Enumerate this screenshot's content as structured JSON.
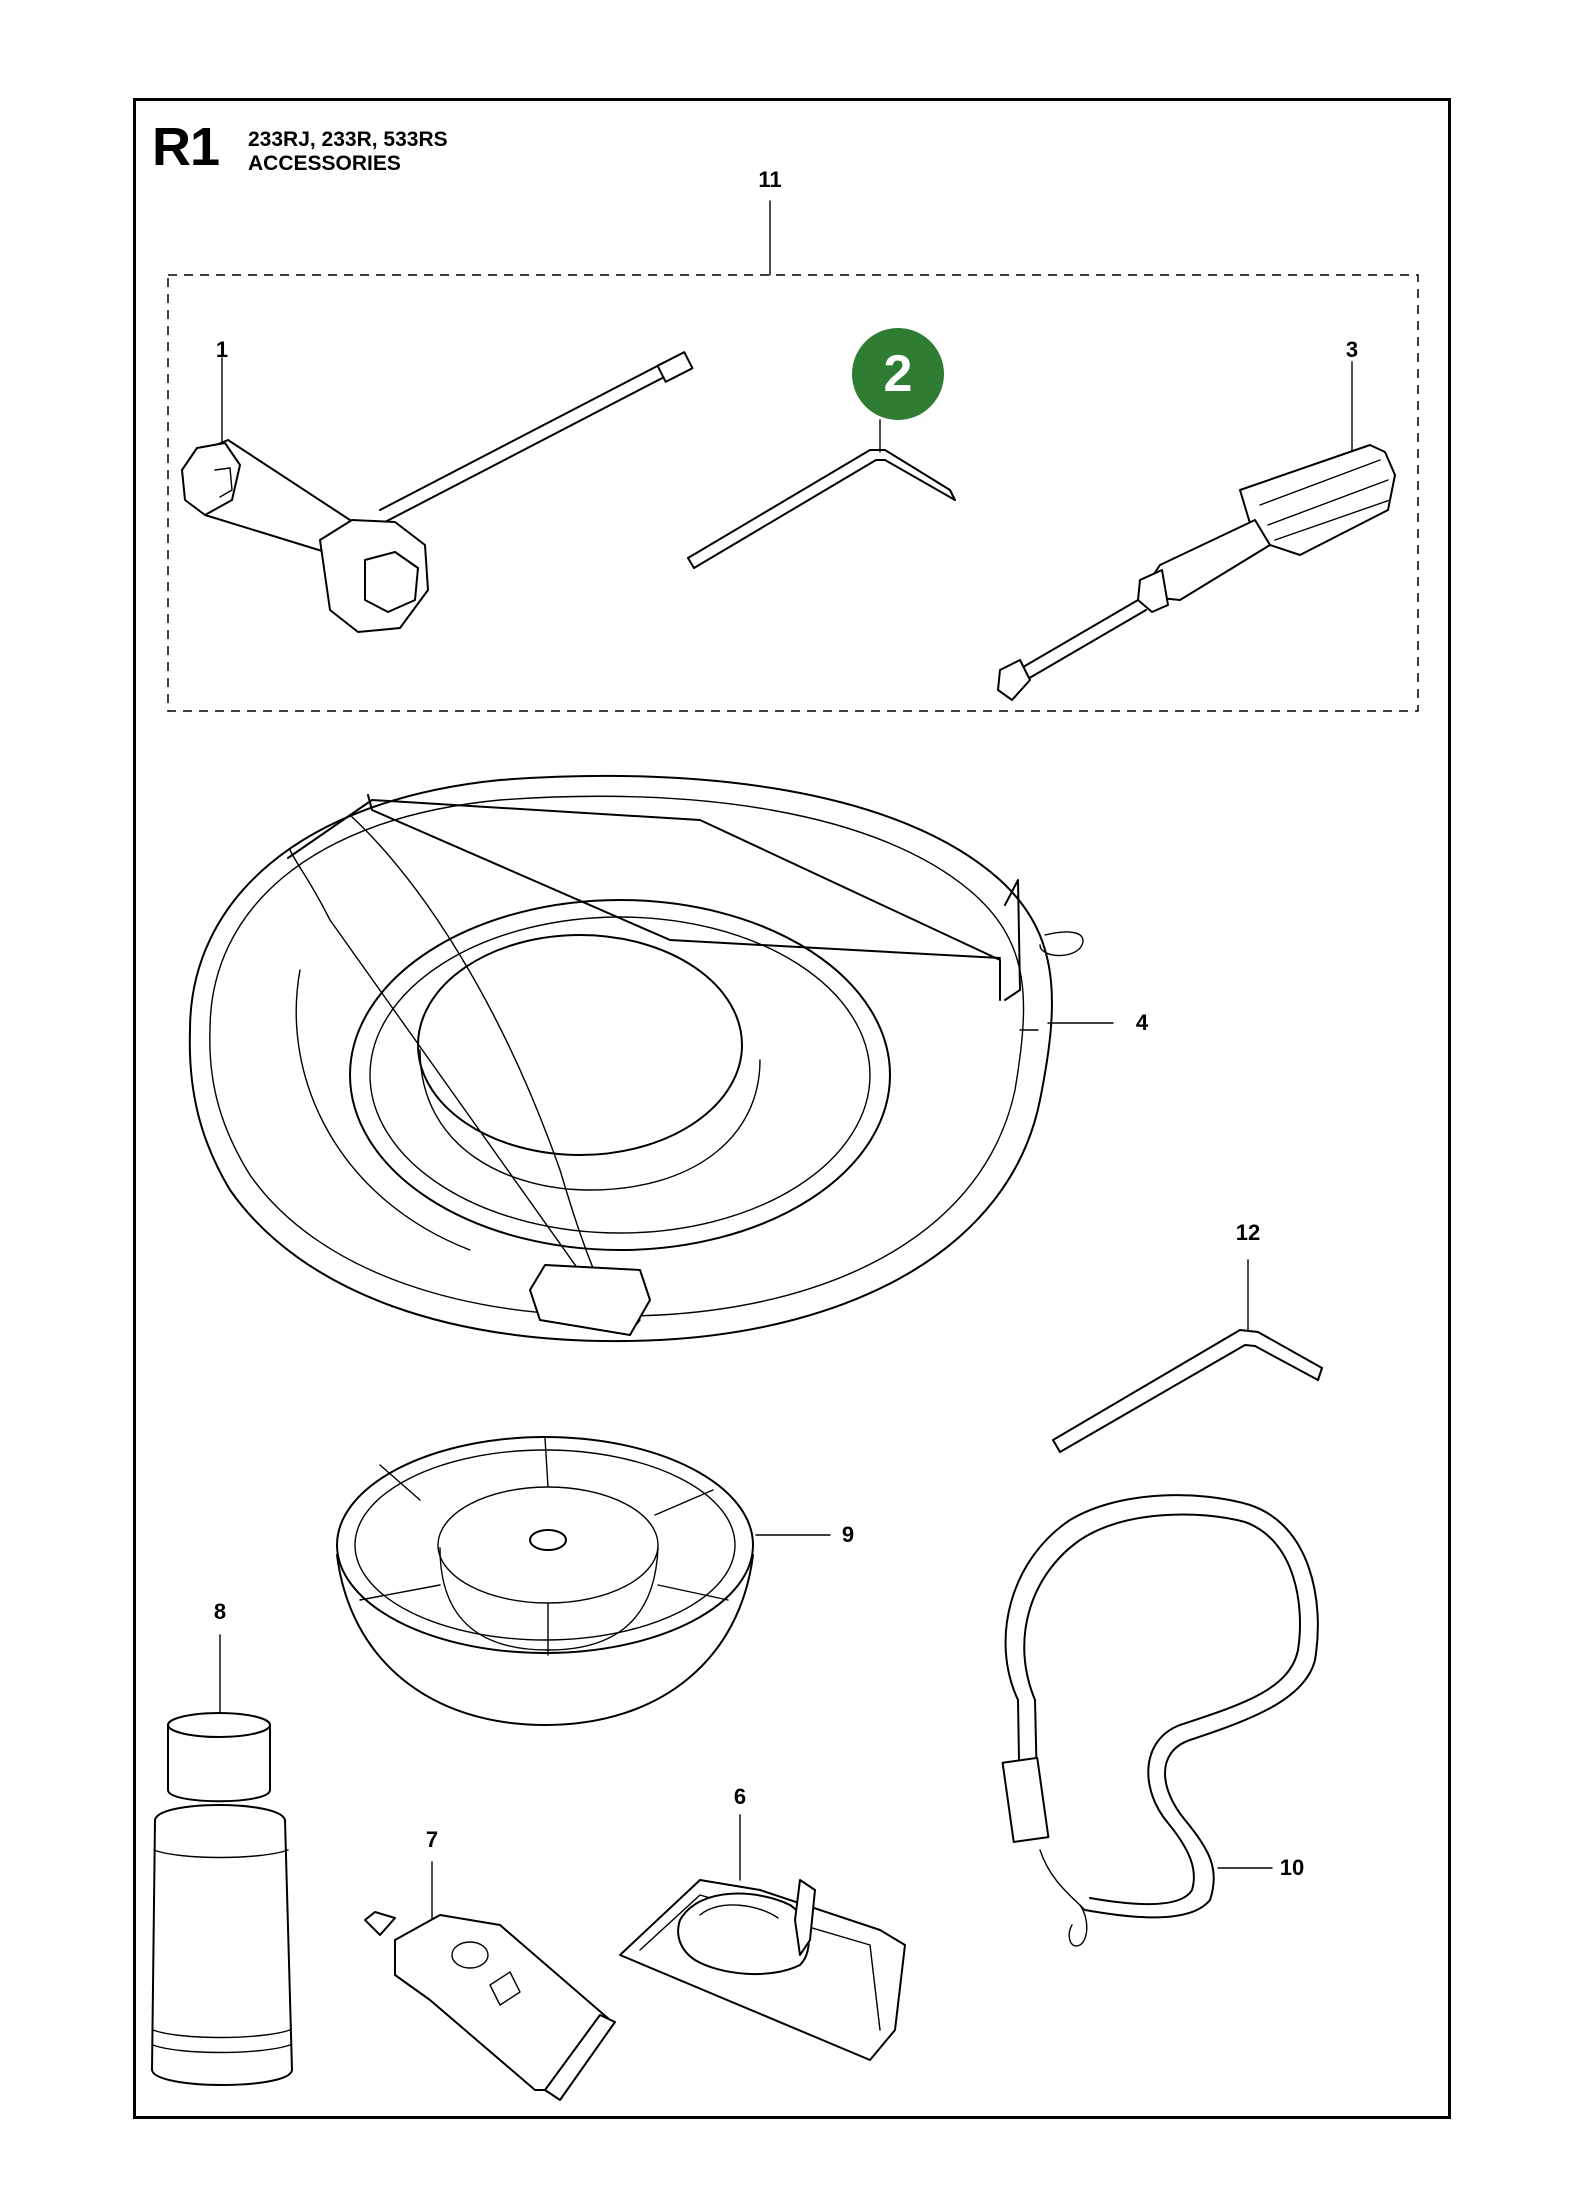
{
  "header": {
    "section": "R1",
    "models": "233RJ, 233R, 533RS",
    "title": "ACCESSORIES"
  },
  "callouts": {
    "c1": "1",
    "c2": "2",
    "c3": "3",
    "c4": "4",
    "c6": "6",
    "c7": "7",
    "c8": "8",
    "c9": "9",
    "c10": "10",
    "c11": "11",
    "c12": "12"
  },
  "colors": {
    "badge": "#2e7d32",
    "line": "#000000"
  }
}
